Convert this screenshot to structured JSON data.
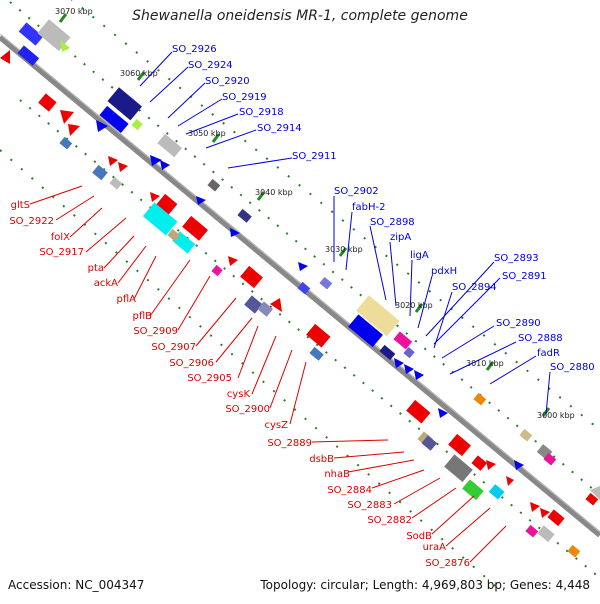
{
  "title": "Shewanella oneidensis MR-1, complete genome",
  "footer": {
    "accession": "Accession: NC_004347",
    "topology": "Topology: circular; Length: 4,969,803 bp; Genes: 4,448"
  },
  "colors": {
    "backbone": "#888888",
    "forward_label": "#0000dd",
    "reverse_label": "#dd0000",
    "tick": "#228822",
    "forward_gene": "#0000ee",
    "reverse_gene": "#ee0000"
  },
  "kbp_ticks": [
    "3070 kbp",
    "3060 kbp",
    "3050 kbp",
    "3040 kbp",
    "3030 kbp",
    "3020 kbp",
    "3010 kbp",
    "3000 kbp"
  ],
  "blue_labels": [
    "SO_2926",
    "SO_2924",
    "SO_2920",
    "SO_2919",
    "SO_2918",
    "SO_2914",
    "SO_2911",
    "SO_2902",
    "fabH-2",
    "SO_2898",
    "zipA",
    "ligA",
    "pdxH",
    "SO_2893",
    "SO_2891",
    "SO_2894",
    "SO_2890",
    "SO_2888",
    "fadR",
    "SO_2880"
  ],
  "red_labels": [
    "gltS",
    "SO_2922",
    "folX",
    "SO_2917",
    "pta",
    "ackA",
    "pflA",
    "pflB",
    "SO_2909",
    "SO_2907",
    "SO_2906",
    "SO_2905",
    "cysK",
    "SO_2900",
    "cysZ",
    "SO_2889",
    "dsbB",
    "nhaB",
    "SO_2884",
    "SO_2883",
    "SO_2882",
    "SodB",
    "uraA",
    "SO_2876"
  ]
}
